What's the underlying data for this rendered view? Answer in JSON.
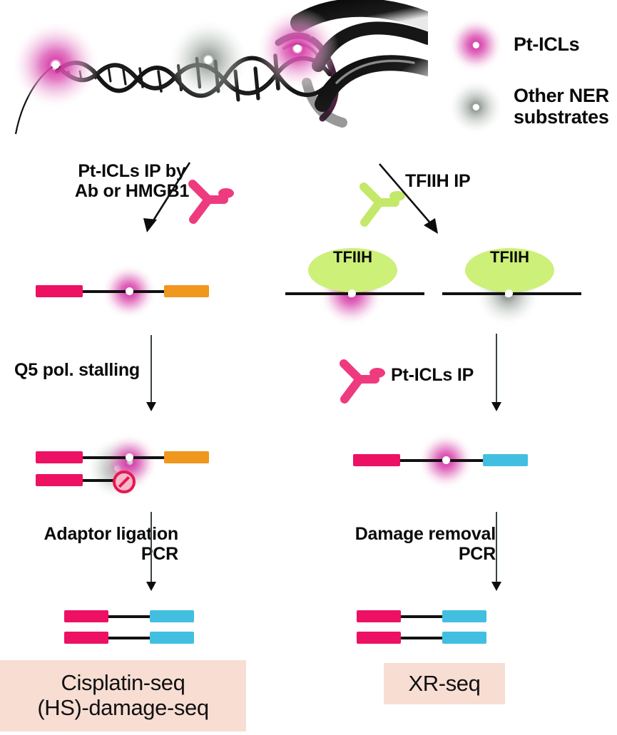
{
  "diagram": {
    "title": "Cisplatin ICL damage sequencing workflow",
    "colors": {
      "pink_adaptor": "#ED1164",
      "orange_adaptor": "#F0971E",
      "cyan_adaptor": "#42BFE0",
      "antibody_pink": "#EE3A7E",
      "antibody_green": "#C3E86A",
      "tfiih_green": "#CCF078",
      "output_box": "#F8DDD3",
      "lesion_pink": "#D63CA8",
      "lesion_grey": "#8E9690",
      "stop_red": "#E8174F",
      "dna_black": "#111111"
    }
  },
  "legend": {
    "items": [
      {
        "label": "Pt-ICLs",
        "marker": "pink-glow-marker"
      },
      {
        "label": "Other NER\nsubstrates",
        "marker": "grey-glow-marker"
      }
    ]
  },
  "helix": {
    "name": "dna-double-helix",
    "lesions": [
      {
        "type": "Pt-ICLs",
        "marker": "pink-glow-marker"
      },
      {
        "type": "Other NER substrates",
        "marker": "grey-glow-marker"
      },
      {
        "type": "Pt-ICLs",
        "marker": "pink-glow-marker"
      }
    ]
  },
  "left_branch": {
    "name": "cisplatin-seq-branch",
    "step1_label": "Pt-ICLs IP by\nAb or HMGB1",
    "step1_icon": "antibody-pink-icon",
    "fragment1": {
      "left_adaptor": "pink",
      "right_adaptor": "orange",
      "lesion": "pink-glow-marker"
    },
    "step2_label": "Q5 pol. stalling",
    "fragment2": {
      "top_strand": {
        "left_adaptor": "pink",
        "right_adaptor": "orange",
        "lesion": "pink-glow-marker"
      },
      "bottom_strand": {
        "left_adaptor": "pink",
        "right_adaptor": "none",
        "stop": "no-entry-icon"
      },
      "background_lesion": "grey-glow-marker"
    },
    "step3_label": "Adaptor ligation\nPCR",
    "product": [
      {
        "left_adaptor": "pink",
        "right_adaptor": "cyan"
      },
      {
        "left_adaptor": "pink",
        "right_adaptor": "cyan"
      }
    ],
    "output_label": "Cisplatin-seq\n(HS)-damage-seq"
  },
  "right_branch": {
    "name": "xr-seq-branch",
    "step1_label": "TFIIH IP",
    "step1_icon": "antibody-green-icon",
    "complexes": [
      {
        "protein": "TFIIH",
        "lesion": "pink-glow-marker"
      },
      {
        "protein": "TFIIH",
        "lesion": "grey-glow-marker"
      }
    ],
    "step2_label": "Pt-ICLs IP",
    "step2_icon": "antibody-pink-icon",
    "fragment": {
      "left_adaptor": "pink",
      "right_adaptor": "cyan",
      "lesion": "pink-glow-marker"
    },
    "step3_label": "Damage removal\nPCR",
    "product": [
      {
        "left_adaptor": "pink",
        "right_adaptor": "cyan"
      },
      {
        "left_adaptor": "pink",
        "right_adaptor": "cyan"
      }
    ],
    "output_label": "XR-seq"
  }
}
